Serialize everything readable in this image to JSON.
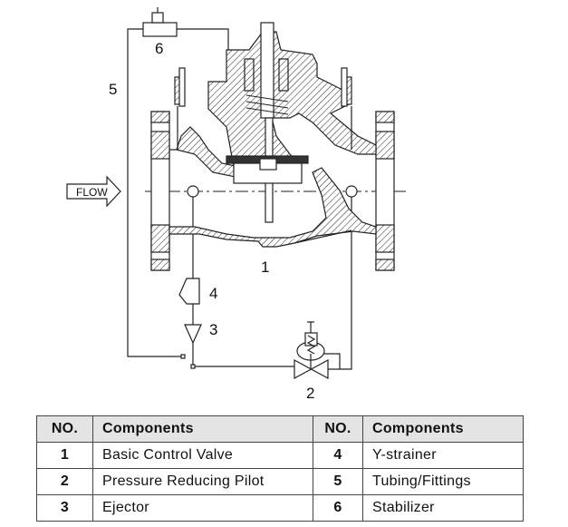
{
  "diagram": {
    "flow_label": "FLOW",
    "callouts": {
      "c1": "1",
      "c2": "2",
      "c3": "3",
      "c4": "4",
      "c5": "5",
      "c6": "6"
    }
  },
  "table": {
    "headers": [
      "NO.",
      "Components",
      "NO.",
      "Components"
    ],
    "rows": [
      {
        "no_a": "1",
        "name_a": "Basic Control Valve",
        "no_b": "4",
        "name_b": "Y-strainer"
      },
      {
        "no_a": "2",
        "name_a": "Pressure Reducing Pilot",
        "no_b": "5",
        "name_b": "Tubing/Fittings"
      },
      {
        "no_a": "3",
        "name_a": "Ejector",
        "no_b": "6",
        "name_b": "Stabilizer"
      }
    ]
  }
}
